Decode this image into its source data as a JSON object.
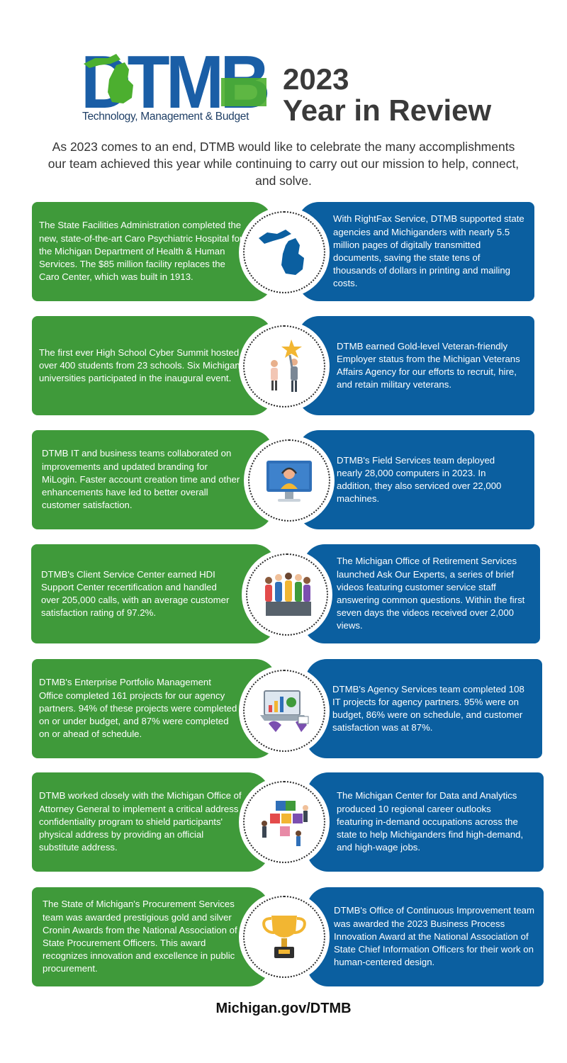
{
  "header": {
    "logo_text": "DTMB",
    "logo_subtitle": "Technology, Management & Budget",
    "year": "2023",
    "title": "Year in Review"
  },
  "intro": "As 2023 comes to an end, DTMB would like to celebrate the many accomplishments our team achieved this year while continuing to carry out our mission to help, connect, and solve.",
  "rows": [
    {
      "left": "The State Facilities Administration completed the new, state-of-the-art Caro Psychiatric Hospital for the Michigan Department of Health & Human Services. The $85 million facility replaces the Caro Center, which was built in 1913.",
      "right": "With RightFax Service, DTMB supported state agencies and Michiganders with nearly 5.5 million pages of digitally transmitted documents, saving the state tens of thousands of dollars in printing and mailing costs.",
      "icon": "michigan-map-icon"
    },
    {
      "left": "The first ever High School Cyber Summit hosted over 400 students from 23 schools. Six Michigan universities participated in the inaugural event.",
      "right": "DTMB earned Gold-level Veteran-friendly Employer status from the Michigan Veterans Affairs Agency for our efforts to recruit, hire, and retain military veterans.",
      "icon": "star-achievement-icon"
    },
    {
      "left": "DTMB IT and business teams collaborated on improvements and updated branding for MiLogin. Faster account creation time and other enhancements have led to better overall customer satisfaction.",
      "right": "DTMB's Field Services team deployed nearly 28,000 computers in 2023. In addition, they also serviced over 22,000 machines.",
      "icon": "computer-support-icon"
    },
    {
      "left": "DTMB's Client Service Center earned HDI Support Center recertification and handled over 205,000 calls, with an average customer satisfaction rating of 97.2%.",
      "right": "The Michigan Office of Retirement Services launched Ask Our Experts, a series of brief videos featuring customer service staff answering common questions. Within the first seven days the videos received over 2,000 views.",
      "icon": "team-group-icon"
    },
    {
      "left": "DTMB's Enterprise Portfolio Management Office completed 161 projects for our agency partners. 94% of these projects were completed on or under budget, and 87% were completed on or ahead of schedule.",
      "right": "DTMB's Agency Services team completed 108 IT projects for agency partners. 95% were on budget, 86% were on schedule, and customer satisfaction was at 87%.",
      "icon": "laptop-analytics-icon"
    },
    {
      "left": "DTMB worked closely with the Michigan Office of Attorney General to implement a critical address confidentiality program to shield participants' physical address by providing an official substitute address.",
      "right": "The Michigan Center for Data and Analytics produced 10 regional career outlooks featuring in-demand occupations across the state to help Michiganders find high-demand, and high-wage jobs.",
      "icon": "puzzle-teamwork-icon"
    },
    {
      "left": "The State of Michigan's Procurement Services team was awarded prestigious gold and silver Cronin Awards from the National Association of State Procurement Officers. This award recognizes innovation and excellence in public procurement.",
      "right": "DTMB's Office of Continuous Improvement team was awarded the 2023 Business Process Innovation Award at the National Association of State Chief Information Officers for their work on human-centered design.",
      "icon": "trophy-icon"
    }
  ],
  "footer": "Michigan.gov/DTMB",
  "colors": {
    "green": "#3f9a3a",
    "blue": "#0b5fa0",
    "dark_text": "#3a3a3a"
  }
}
